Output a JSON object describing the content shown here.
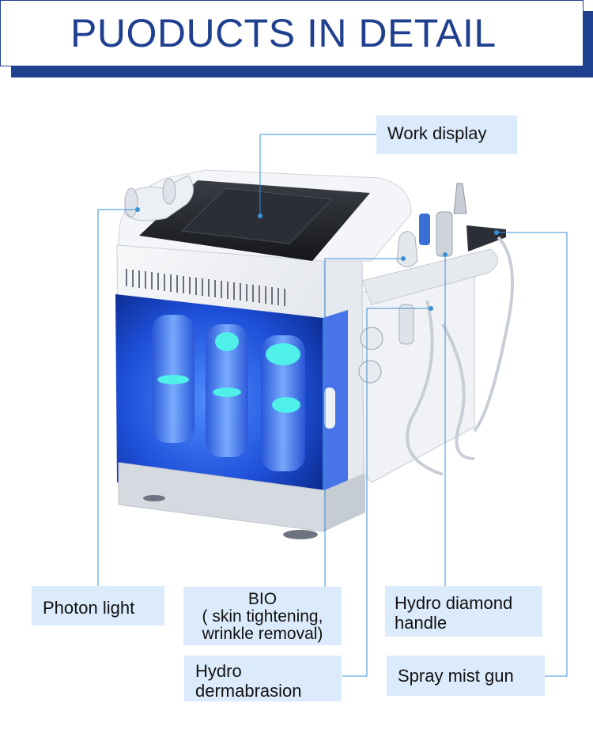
{
  "header": {
    "title": "PUODUCTS IN DETAIL"
  },
  "labels": {
    "work_display": "Work display",
    "photon_light": "Photon light",
    "bio": {
      "line1": "BIO",
      "line2": "( skin tightening,",
      "line3": "wrinkle removal)"
    },
    "hydro_diamond": {
      "line1": "Hydro diamond",
      "line2": "handle"
    },
    "hydro_dermabrasion": {
      "line1": "Hydro",
      "line2": "dermabrasion"
    },
    "spray_mist_gun": "Spray mist gun"
  },
  "colors": {
    "banner": "#1f3f8f",
    "label_bg": "#dcebfb",
    "leader_line": "#3a8fd8",
    "glow": "#2f6df0"
  }
}
